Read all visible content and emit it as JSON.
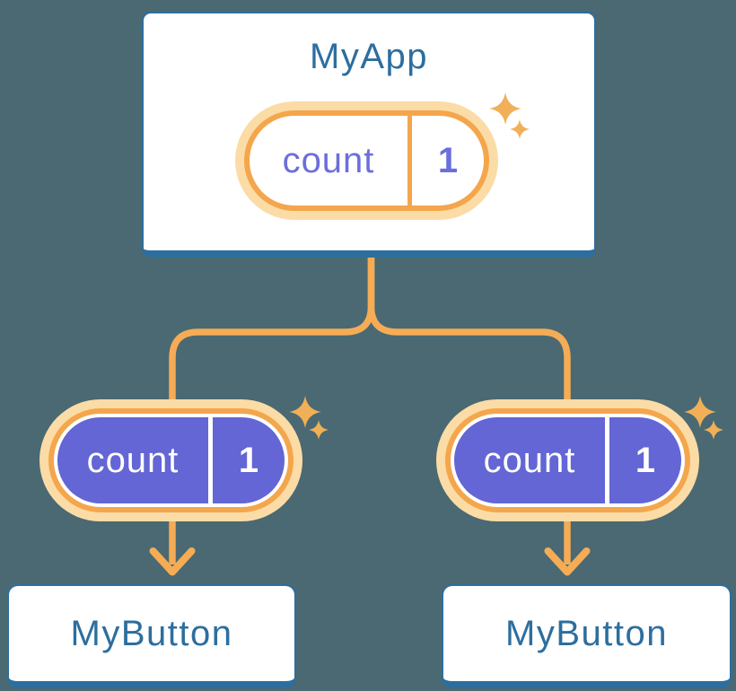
{
  "diagram": {
    "root": {
      "title": "MyApp",
      "state": {
        "label": "count",
        "value": "1"
      }
    },
    "children": [
      {
        "title": "MyButton",
        "prop": {
          "label": "count",
          "value": "1"
        }
      },
      {
        "title": "MyButton",
        "prop": {
          "label": "count",
          "value": "1"
        }
      }
    ]
  },
  "colors": {
    "background": "#4A6972",
    "card_fill": "#FFFFFF",
    "card_border_blue": "#2D6E9E",
    "title_blue": "#2D6E9E",
    "connector_orange": "#F5AC55",
    "pill_border_orange": "#F4A64C",
    "pill_glow": "#FBDCA6",
    "pill_purple_fill": "#6366D4",
    "pill_text_purple": "#6C6EDC",
    "sparkle_orange": "#F1B057"
  },
  "icons": {
    "sparkle": "four-point-star"
  }
}
